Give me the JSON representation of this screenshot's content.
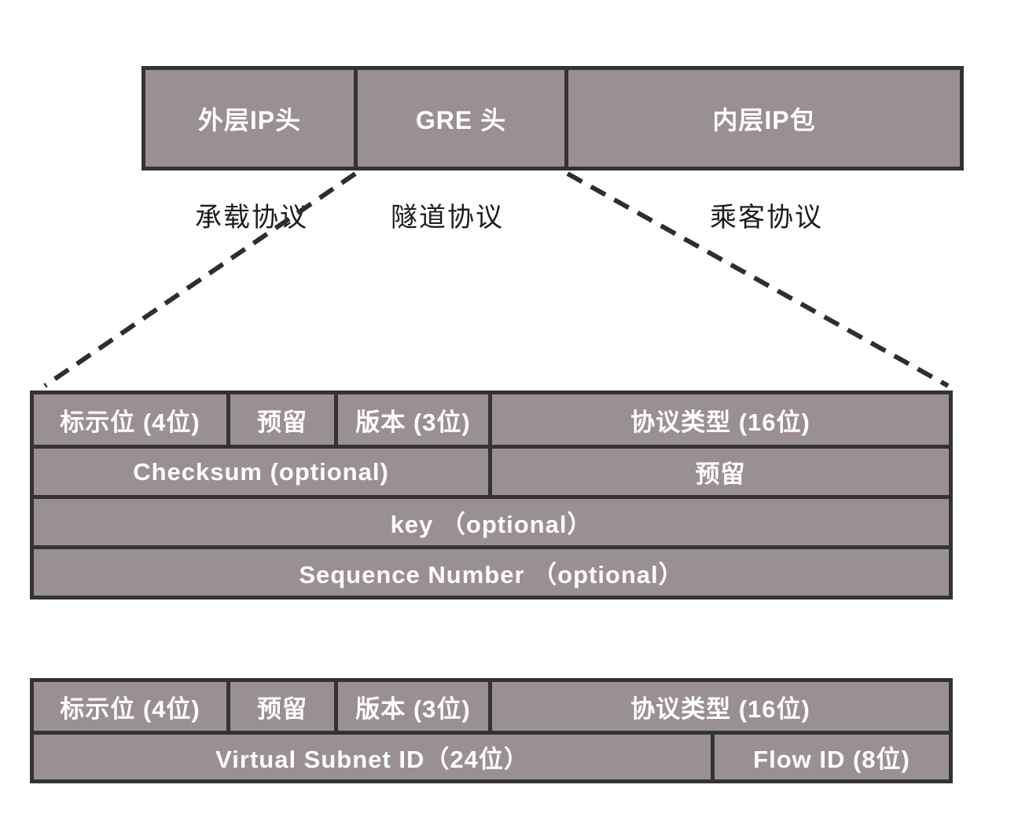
{
  "colors": {
    "box_fill": "#9a8f94",
    "border": "#333333",
    "dash_line": "#2e2e2e",
    "box_text": "#ffffff",
    "caption_text": "#1d1d1d"
  },
  "top_row": {
    "boxes": [
      "外层IP头",
      "GRE 头",
      "内层IP包"
    ],
    "captions": [
      "承载协议",
      "隧道协议",
      "乘客协议"
    ]
  },
  "gre_header_table": {
    "rows": [
      [
        "标示位 (4位)",
        "预留",
        "版本 (3位)",
        "协议类型 (16位)"
      ],
      [
        "Checksum (optional)",
        "预留"
      ],
      [
        "key （optional）"
      ],
      [
        "Sequence Number （optional）"
      ]
    ]
  },
  "nvgre_header_table": {
    "rows": [
      [
        "标示位 (4位)",
        "预留",
        "版本 (3位)",
        "协议类型 (16位)"
      ],
      [
        "Virtual Subnet ID（24位）",
        "Flow ID (8位)"
      ]
    ]
  }
}
